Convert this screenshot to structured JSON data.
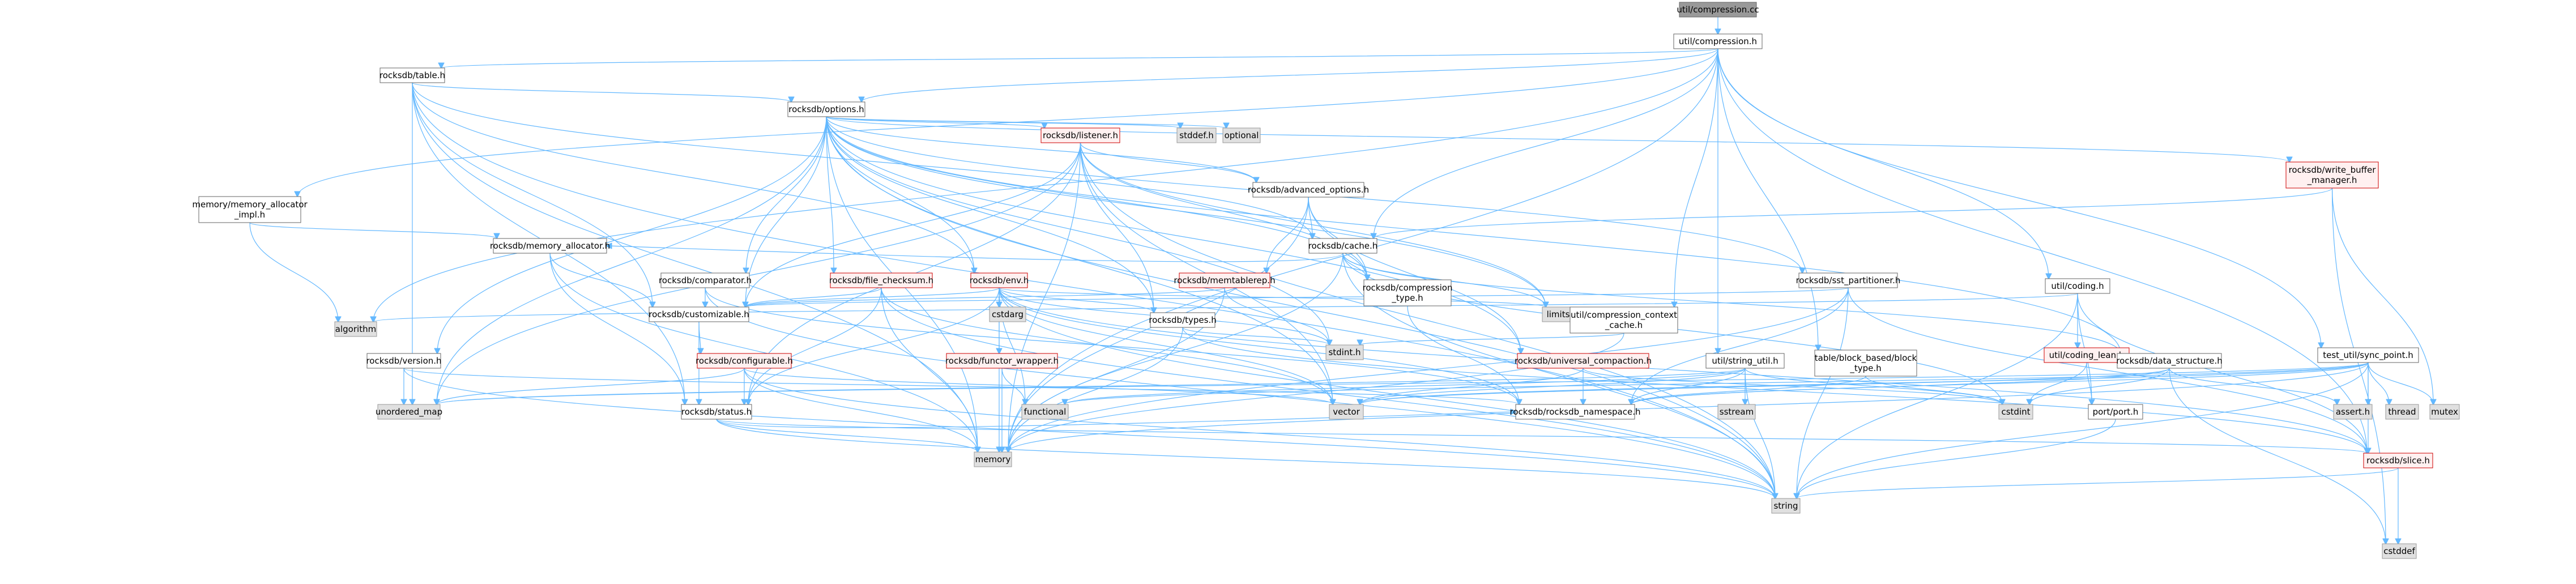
{
  "colors": {
    "edge": "#63b8ff",
    "root_fill": "#999999",
    "root_stroke": "#666666",
    "normal_fill": "#ffffff",
    "normal_stroke": "#666666",
    "truncated_fill": "#fff0f0",
    "truncated_stroke": "#cc0000",
    "system_fill": "#e0e0e0",
    "system_stroke": "#999999"
  },
  "nodes": [
    {
      "id": "compression_cc",
      "label": [
        "util/compression.cc"
      ],
      "style": "root"
    },
    {
      "id": "compression_h",
      "label": [
        "util/compression.h"
      ],
      "style": "normal"
    },
    {
      "id": "table_h",
      "label": [
        "rocksdb/table.h"
      ],
      "style": "normal"
    },
    {
      "id": "options_h",
      "label": [
        "rocksdb/options.h"
      ],
      "style": "normal"
    },
    {
      "id": "mem_alloc_impl",
      "label": [
        "memory/memory_allocator",
        "_impl.h"
      ],
      "style": "normal"
    },
    {
      "id": "listener_h",
      "label": [
        "rocksdb/listener.h"
      ],
      "style": "truncated"
    },
    {
      "id": "stddef_h",
      "label": [
        "stddef.h"
      ],
      "style": "system"
    },
    {
      "id": "optional",
      "label": [
        "optional"
      ],
      "style": "system"
    },
    {
      "id": "advanced_options_h",
      "label": [
        "rocksdb/advanced_options.h"
      ],
      "style": "normal"
    },
    {
      "id": "write_buffer_mgr",
      "label": [
        "rocksdb/write_buffer",
        "_manager.h"
      ],
      "style": "truncated"
    },
    {
      "id": "cache_h",
      "label": [
        "rocksdb/cache.h"
      ],
      "style": "normal"
    },
    {
      "id": "memory_allocator_h",
      "label": [
        "rocksdb/memory_allocator.h"
      ],
      "style": "normal"
    },
    {
      "id": "comparator_h",
      "label": [
        "rocksdb/comparator.h"
      ],
      "style": "normal"
    },
    {
      "id": "file_checksum_h",
      "label": [
        "rocksdb/file_checksum.h"
      ],
      "style": "truncated"
    },
    {
      "id": "env_h",
      "label": [
        "rocksdb/env.h"
      ],
      "style": "truncated"
    },
    {
      "id": "memtablerep_h",
      "label": [
        "rocksdb/memtablerep.h"
      ],
      "style": "truncated"
    },
    {
      "id": "compression_type_h",
      "label": [
        "rocksdb/compression",
        "_type.h"
      ],
      "style": "normal"
    },
    {
      "id": "sst_partitioner_h",
      "label": [
        "rocksdb/sst_partitioner.h"
      ],
      "style": "normal"
    },
    {
      "id": "coding_h",
      "label": [
        "util/coding.h"
      ],
      "style": "normal"
    },
    {
      "id": "algorithm",
      "label": [
        "algorithm"
      ],
      "style": "system"
    },
    {
      "id": "version_h",
      "label": [
        "rocksdb/version.h"
      ],
      "style": "normal"
    },
    {
      "id": "customizable_h",
      "label": [
        "rocksdb/customizable.h"
      ],
      "style": "normal"
    },
    {
      "id": "cstdarg",
      "label": [
        "cstdarg"
      ],
      "style": "system"
    },
    {
      "id": "types_h",
      "label": [
        "rocksdb/types.h"
      ],
      "style": "normal"
    },
    {
      "id": "limits",
      "label": [
        "limits"
      ],
      "style": "system"
    },
    {
      "id": "comp_ctx_cache",
      "label": [
        "util/compression_context",
        "_cache.h"
      ],
      "style": "normal"
    },
    {
      "id": "coding_lean_h",
      "label": [
        "util/coding_lean.h"
      ],
      "style": "truncated"
    },
    {
      "id": "configurable_h",
      "label": [
        "rocksdb/configurable.h"
      ],
      "style": "truncated"
    },
    {
      "id": "functor_wrapper_h",
      "label": [
        "rocksdb/functor_wrapper.h"
      ],
      "style": "truncated"
    },
    {
      "id": "stdint_h",
      "label": [
        "stdint.h"
      ],
      "style": "system"
    },
    {
      "id": "universal_compaction_h",
      "label": [
        "rocksdb/universal_compaction.h"
      ],
      "style": "truncated"
    },
    {
      "id": "string_util_h",
      "label": [
        "util/string_util.h"
      ],
      "style": "normal"
    },
    {
      "id": "block_based_type_h",
      "label": [
        "table/block_based/block",
        "_type.h"
      ],
      "style": "normal"
    },
    {
      "id": "data_structure_h",
      "label": [
        "rocksdb/data_structure.h"
      ],
      "style": "normal"
    },
    {
      "id": "sync_point_h",
      "label": [
        "test_util/sync_point.h"
      ],
      "style": "normal"
    },
    {
      "id": "unordered_map",
      "label": [
        "unordered_map"
      ],
      "style": "system"
    },
    {
      "id": "status_h",
      "label": [
        "rocksdb/status.h"
      ],
      "style": "normal"
    },
    {
      "id": "functional",
      "label": [
        "functional"
      ],
      "style": "system"
    },
    {
      "id": "vector",
      "label": [
        "vector"
      ],
      "style": "system"
    },
    {
      "id": "rocksdb_namespace_h",
      "label": [
        "rocksdb/rocksdb_namespace.h"
      ],
      "style": "normal"
    },
    {
      "id": "sstream",
      "label": [
        "sstream"
      ],
      "style": "system"
    },
    {
      "id": "cstdint",
      "label": [
        "cstdint"
      ],
      "style": "system"
    },
    {
      "id": "port_h",
      "label": [
        "port/port.h"
      ],
      "style": "normal"
    },
    {
      "id": "assert_h",
      "label": [
        "assert.h"
      ],
      "style": "system"
    },
    {
      "id": "thread",
      "label": [
        "thread"
      ],
      "style": "system"
    },
    {
      "id": "mutex",
      "label": [
        "mutex"
      ],
      "style": "system"
    },
    {
      "id": "memory",
      "label": [
        "memory"
      ],
      "style": "system"
    },
    {
      "id": "slice_h",
      "label": [
        "rocksdb/slice.h"
      ],
      "style": "truncated"
    },
    {
      "id": "string",
      "label": [
        "string"
      ],
      "style": "system"
    },
    {
      "id": "cstddef",
      "label": [
        "cstddef"
      ],
      "style": "system"
    }
  ],
  "edges": [
    [
      "compression_cc",
      "compression_h"
    ],
    [
      "compression_h",
      "table_h"
    ],
    [
      "compression_h",
      "options_h"
    ],
    [
      "compression_h",
      "mem_alloc_impl"
    ],
    [
      "compression_h",
      "algorithm"
    ],
    [
      "compression_h",
      "cache_h"
    ],
    [
      "compression_h",
      "comp_ctx_cache"
    ],
    [
      "compression_h",
      "coding_h"
    ],
    [
      "compression_h",
      "string_util_h"
    ],
    [
      "compression_h",
      "block_based_type_h"
    ],
    [
      "compression_h",
      "sync_point_h"
    ],
    [
      "compression_h",
      "slice_h"
    ],
    [
      "compression_h",
      "memory"
    ],
    [
      "table_h",
      "options_h"
    ],
    [
      "table_h",
      "cache_h"
    ],
    [
      "table_h",
      "env_h"
    ],
    [
      "table_h",
      "customizable_h"
    ],
    [
      "table_h",
      "status_h"
    ],
    [
      "table_h",
      "unordered_map"
    ],
    [
      "table_h",
      "memory"
    ],
    [
      "table_h",
      "string"
    ],
    [
      "options_h",
      "listener_h"
    ],
    [
      "options_h",
      "stddef_h"
    ],
    [
      "options_h",
      "optional"
    ],
    [
      "options_h",
      "advanced_options_h"
    ],
    [
      "options_h",
      "write_buffer_mgr"
    ],
    [
      "options_h",
      "comparator_h"
    ],
    [
      "options_h",
      "file_checksum_h"
    ],
    [
      "options_h",
      "env_h"
    ],
    [
      "options_h",
      "compression_type_h"
    ],
    [
      "options_h",
      "sst_partitioner_h"
    ],
    [
      "options_h",
      "version_h"
    ],
    [
      "options_h",
      "customizable_h"
    ],
    [
      "options_h",
      "types_h"
    ],
    [
      "options_h",
      "limits"
    ],
    [
      "options_h",
      "universal_compaction_h"
    ],
    [
      "options_h",
      "data_structure_h"
    ],
    [
      "options_h",
      "unordered_map"
    ],
    [
      "options_h",
      "vector"
    ],
    [
      "options_h",
      "memory"
    ],
    [
      "options_h",
      "string"
    ],
    [
      "options_h",
      "stdint_h"
    ],
    [
      "mem_alloc_impl",
      "memory_allocator_h"
    ],
    [
      "mem_alloc_impl",
      "algorithm"
    ],
    [
      "listener_h",
      "advanced_options_h"
    ],
    [
      "listener_h",
      "compression_type_h"
    ],
    [
      "listener_h",
      "customizable_h"
    ],
    [
      "listener_h",
      "types_h"
    ],
    [
      "listener_h",
      "status_h"
    ],
    [
      "listener_h",
      "unordered_map"
    ],
    [
      "listener_h",
      "vector"
    ],
    [
      "listener_h",
      "memory"
    ],
    [
      "listener_h",
      "string"
    ],
    [
      "listener_h",
      "limits"
    ],
    [
      "advanced_options_h",
      "cache_h"
    ],
    [
      "advanced_options_h",
      "memtablerep_h"
    ],
    [
      "advanced_options_h",
      "compression_type_h"
    ],
    [
      "advanced_options_h",
      "universal_compaction_h"
    ],
    [
      "advanced_options_h",
      "memory"
    ],
    [
      "write_buffer_mgr",
      "cache_h"
    ],
    [
      "write_buffer_mgr",
      "mutex"
    ],
    [
      "write_buffer_mgr",
      "cstddef"
    ],
    [
      "cache_h",
      "memory_allocator_h"
    ],
    [
      "cache_h",
      "compression_type_h"
    ],
    [
      "cache_h",
      "data_structure_h"
    ],
    [
      "cache_h",
      "limits"
    ],
    [
      "cache_h",
      "cstdint"
    ],
    [
      "cache_h",
      "memory"
    ],
    [
      "cache_h",
      "string"
    ],
    [
      "memory_allocator_h",
      "customizable_h"
    ],
    [
      "memory_allocator_h",
      "status_h"
    ],
    [
      "memory_allocator_h",
      "memory"
    ],
    [
      "comparator_h",
      "customizable_h"
    ],
    [
      "comparator_h",
      "rocksdb_namespace_h"
    ],
    [
      "comparator_h",
      "string"
    ],
    [
      "file_checksum_h",
      "customizable_h"
    ],
    [
      "file_checksum_h",
      "status_h"
    ],
    [
      "file_checksum_h",
      "vector"
    ],
    [
      "file_checksum_h",
      "memory"
    ],
    [
      "file_checksum_h",
      "string"
    ],
    [
      "file_checksum_h",
      "cassert"
    ],
    [
      "env_h",
      "customizable_h"
    ],
    [
      "env_h",
      "functor_wrapper_h"
    ],
    [
      "env_h",
      "status_h"
    ],
    [
      "env_h",
      "types_h"
    ],
    [
      "env_h",
      "cstdarg"
    ],
    [
      "env_h",
      "functional"
    ],
    [
      "env_h",
      "limits"
    ],
    [
      "env_h",
      "memory"
    ],
    [
      "env_h",
      "string"
    ],
    [
      "env_h",
      "vector"
    ],
    [
      "env_h",
      "stdint_h"
    ],
    [
      "env_h",
      "rocksdb_namespace_h"
    ],
    [
      "env_h",
      "slice_h"
    ],
    [
      "memtablerep_h",
      "customizable_h"
    ],
    [
      "memtablerep_h",
      "stdint_h"
    ],
    [
      "memtablerep_h",
      "memory"
    ],
    [
      "compression_type_h",
      "rocksdb_namespace_h"
    ],
    [
      "sst_partitioner_h",
      "customizable_h"
    ],
    [
      "sst_partitioner_h",
      "rocksdb_namespace_h"
    ],
    [
      "sst_partitioner_h",
      "slice_h"
    ],
    [
      "sst_partitioner_h",
      "string"
    ],
    [
      "sst_partitioner_h",
      "memory"
    ],
    [
      "coding_h",
      "coding_lean_h"
    ],
    [
      "coding_h",
      "port_h"
    ],
    [
      "coding_h",
      "slice_h"
    ],
    [
      "coding_h",
      "algorithm"
    ],
    [
      "coding_h",
      "string"
    ],
    [
      "version_h",
      "unordered_map"
    ],
    [
      "version_h",
      "rocksdb_namespace_h"
    ],
    [
      "version_h",
      "string"
    ],
    [
      "customizable_h",
      "configurable_h"
    ],
    [
      "customizable_h",
      "status_h"
    ],
    [
      "types_h",
      "stdint_h"
    ],
    [
      "types_h",
      "slice_h"
    ],
    [
      "types_h",
      "memory"
    ],
    [
      "comp_ctx_cache",
      "stdint_h"
    ],
    [
      "comp_ctx_cache",
      "memory"
    ],
    [
      "coding_lean_h",
      "cstdint"
    ],
    [
      "coding_lean_h",
      "port_h"
    ],
    [
      "configurable_h",
      "unordered_map"
    ],
    [
      "configurable_h",
      "status_h"
    ],
    [
      "configurable_h",
      "vector"
    ],
    [
      "configurable_h",
      "memory"
    ],
    [
      "configurable_h",
      "string"
    ],
    [
      "functor_wrapper_h",
      "functional"
    ],
    [
      "functor_wrapper_h",
      "memory"
    ],
    [
      "functor_wrapper_h",
      "utility"
    ],
    [
      "universal_compaction_h",
      "vector"
    ],
    [
      "universal_compaction_h",
      "rocksdb_namespace_h"
    ],
    [
      "universal_compaction_h",
      "cstdint"
    ],
    [
      "string_util_h",
      "rocksdb_namespace_h"
    ],
    [
      "string_util_h",
      "sstream"
    ],
    [
      "string_util_h",
      "cstdint"
    ],
    [
      "string_util_h",
      "unordered_map"
    ],
    [
      "string_util_h",
      "vector"
    ],
    [
      "string_util_h",
      "string"
    ],
    [
      "string_util_h",
      "functional"
    ],
    [
      "block_based_type_h",
      "rocksdb_namespace_h"
    ],
    [
      "block_based_type_h",
      "cstdint"
    ],
    [
      "data_structure_h",
      "assert_h"
    ],
    [
      "data_structure_h",
      "cstddef"
    ],
    [
      "data_structure_h",
      "cstdint"
    ],
    [
      "data_structure_h",
      "vector"
    ],
    [
      "data_structure_h",
      "rocksdb_namespace_h"
    ],
    [
      "sync_point_h",
      "assert_h"
    ],
    [
      "sync_point_h",
      "thread"
    ],
    [
      "sync_point_h",
      "mutex"
    ],
    [
      "sync_point_h",
      "functional"
    ],
    [
      "sync_point_h",
      "unordered_map"
    ],
    [
      "sync_point_h",
      "vector"
    ],
    [
      "sync_point_h",
      "rocksdb_namespace_h"
    ],
    [
      "sync_point_h",
      "slice_h"
    ],
    [
      "sync_point_h",
      "memory"
    ],
    [
      "sync_point_h",
      "string"
    ],
    [
      "status_h",
      "rocksdb_namespace_h"
    ],
    [
      "status_h",
      "slice_h"
    ],
    [
      "status_h",
      "memory"
    ],
    [
      "status_h",
      "string"
    ],
    [
      "port_h",
      "string"
    ],
    [
      "slice_h",
      "cstddef"
    ],
    [
      "slice_h",
      "string"
    ]
  ]
}
